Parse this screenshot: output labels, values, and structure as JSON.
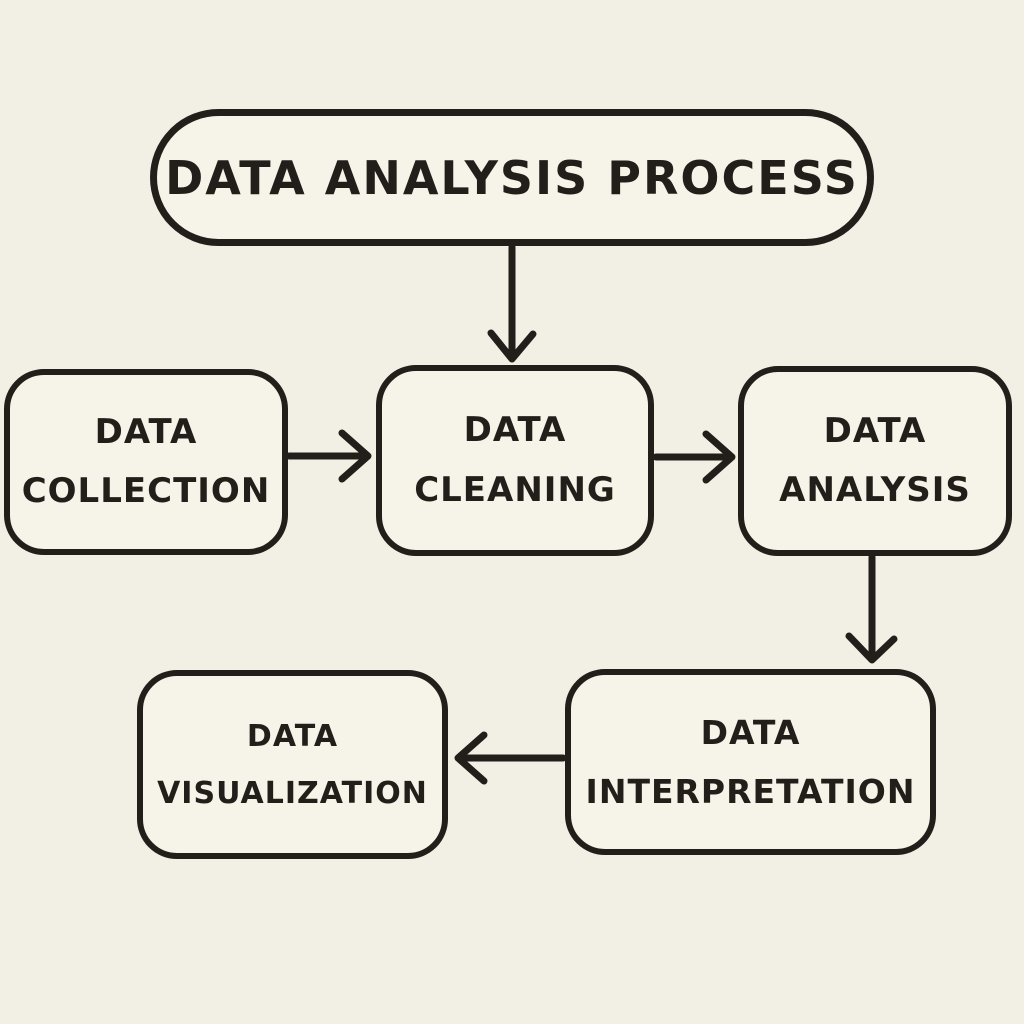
{
  "palette": {
    "background": "#f2efe4",
    "box_fill": "#f6f3e9",
    "ink": "#221f1b"
  },
  "diagram": {
    "title": {
      "label": "DATA ANALYSIS PROCESS"
    },
    "nodes": [
      {
        "id": "data-collection",
        "line1": "DATA",
        "line2": "COLLECTION"
      },
      {
        "id": "data-cleaning",
        "line1": "DATA",
        "line2": "CLEANING"
      },
      {
        "id": "data-analysis",
        "line1": "DATA",
        "line2": "ANALYSIS"
      },
      {
        "id": "data-interpretation",
        "line1": "DATA",
        "line2": "INTERPRETATION"
      },
      {
        "id": "data-visualization",
        "line1": "DATA",
        "line2": "VISUALIZATION"
      }
    ],
    "edges": [
      {
        "from": "title",
        "to": "data-cleaning",
        "direction": "down"
      },
      {
        "from": "data-collection",
        "to": "data-cleaning",
        "direction": "right"
      },
      {
        "from": "data-cleaning",
        "to": "data-analysis",
        "direction": "right"
      },
      {
        "from": "data-analysis",
        "to": "data-interpretation",
        "direction": "down"
      },
      {
        "from": "data-interpretation",
        "to": "data-visualization",
        "direction": "left"
      }
    ]
  }
}
